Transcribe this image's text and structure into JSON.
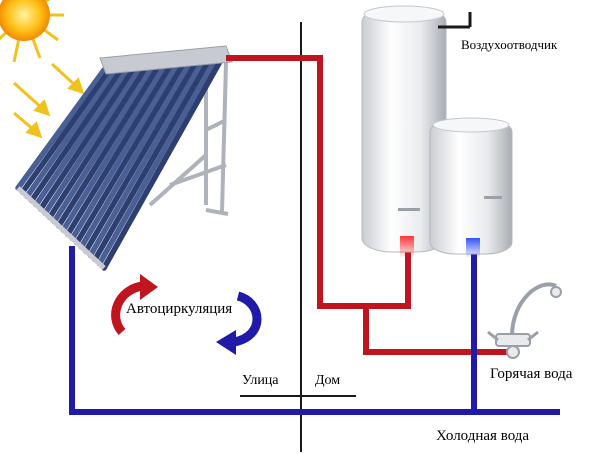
{
  "labels": {
    "air_vent": "Воздухоотводчик",
    "autocirculation": "Автоциркуляция",
    "street": "Улица",
    "home": "Дом",
    "hot_water": "Горячая вода",
    "cold_water": "Холодная вода"
  },
  "colors": {
    "hot_pipe": "#c0141e",
    "cold_pipe": "#1f1aa8",
    "sun": "#f5a800",
    "sun_rays": "#f2c21c",
    "panel_tube": "#3a4f86",
    "panel_frame": "#b8bcc4",
    "tank": "#eceef0"
  },
  "icons": {
    "sun": "sun-icon",
    "arrows": "sunlight-arrows-icon",
    "collector": "solar-collector-icon",
    "tank_large": "water-heater-large-icon",
    "tank_small": "water-heater-small-icon",
    "air_vent": "air-vent-icon",
    "faucet": "faucet-icon",
    "circulation": "circulation-arrows-icon"
  }
}
